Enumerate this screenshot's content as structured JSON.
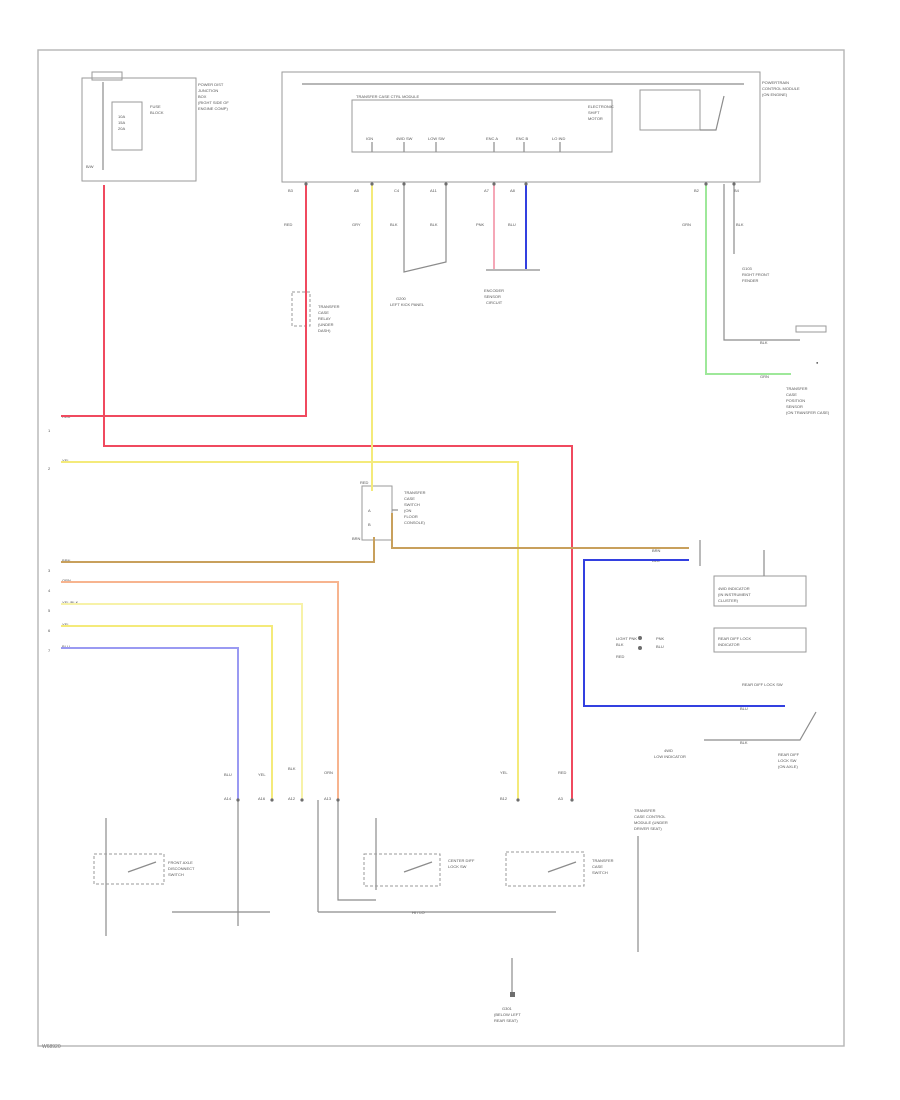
{
  "page": {
    "number": "W68920"
  },
  "colors": {
    "red": "#f04a5f",
    "pink": "#f5a7b7",
    "yellow": "#f4ea7a",
    "light_yellow": "#f7f2a8",
    "tan": "#c8a05c",
    "orange": "#f7b48f",
    "blue": "#3340e0",
    "lavender": "#9a9af2",
    "green": "#9ee89a",
    "gray": "#8c8c8c"
  },
  "components": [
    {
      "id": "fuse-relay-box",
      "icon": "fuse-box-icon"
    },
    {
      "id": "transfer-case-control-module",
      "icon": "module-icon"
    },
    {
      "id": "transfer-case-relay",
      "icon": "relay-icon"
    },
    {
      "id": "transfer-case-switch",
      "icon": "switch-icon"
    },
    {
      "id": "transfer-case-motor",
      "icon": "motor-icon"
    },
    {
      "id": "front-axle-switch",
      "icon": "switch-icon"
    },
    {
      "id": "rear-diff-lock-switch",
      "icon": "switch-icon"
    },
    {
      "id": "center-diff-switch",
      "icon": "switch-icon"
    },
    {
      "id": "indicator-switch",
      "icon": "switch-icon"
    },
    {
      "id": "ground-point",
      "icon": "ground-icon"
    }
  ]
}
